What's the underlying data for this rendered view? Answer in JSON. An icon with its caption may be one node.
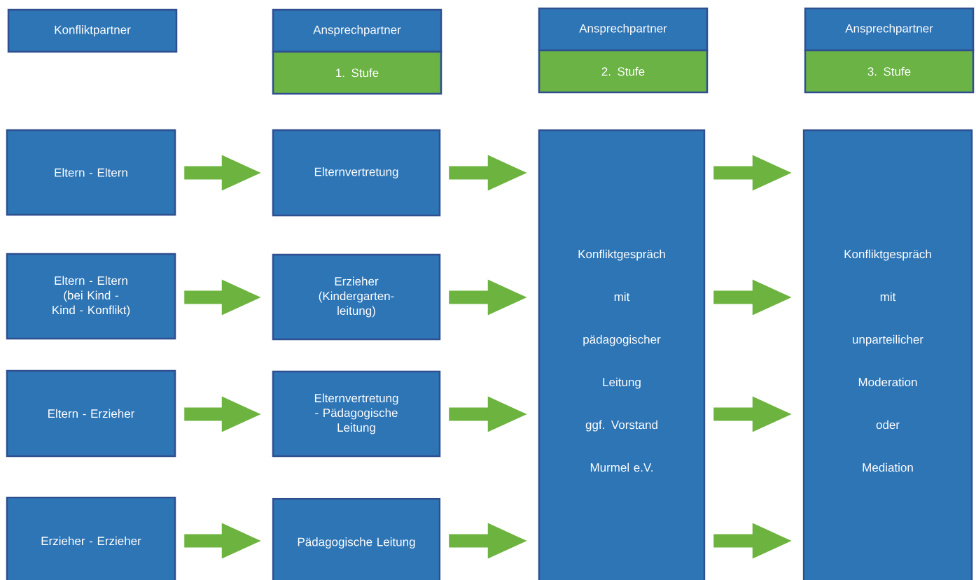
{
  "diagram": {
    "nodes": [
      {
        "text": [
          "Konfliktpartner"
        ]
      },
      {
        "text": [
          "Ansprechpartner"
        ]
      },
      {
        "text": [
          "1. Stufe"
        ]
      },
      {
        "text": [
          "Ansprechpartner"
        ]
      },
      {
        "text": [
          "2. Stufe"
        ]
      },
      {
        "text": [
          "Ansprechpartner"
        ]
      },
      {
        "text": [
          "3. Stufe"
        ]
      },
      {
        "text": [
          "Eltern - Eltern"
        ]
      },
      {
        "text": [
          "Elternvertretung"
        ]
      },
      {
        "text": [
          "Konfliktgespräch",
          "mit",
          "pädagogischer",
          "Leitung",
          "ggf. Vorstand",
          "Murmel e.V."
        ]
      },
      {
        "text": [
          "Konfliktgespräch",
          "mit",
          "unparteilicher",
          "Moderation",
          "oder",
          "Mediation"
        ]
      },
      {
        "text": [
          "Eltern - Eltern (bei Kind - Kind - Konflikt)"
        ]
      },
      {
        "text": [
          "Erzieher (Kindergarten-leitung)"
        ]
      },
      {
        "text": [
          "Eltern - Erzieher"
        ]
      },
      {
        "text": [
          "Elternvertretung - Pädagogische Leitung"
        ]
      },
      {
        "text": [
          "Erzieher - Erzieher"
        ]
      },
      {
        "text": [
          "Pädagogische Leitung"
        ]
      }
    ],
    "edges": [
      {
        "from": 7,
        "to": 8,
        "arrow": "to"
      },
      {
        "from": 8,
        "to": 9,
        "arrow": "to"
      },
      {
        "from": 9,
        "to": 10,
        "arrow": "to"
      },
      {
        "from": 11,
        "to": 12,
        "arrow": "to"
      },
      {
        "from": 12,
        "to": 9,
        "arrow": "to"
      },
      {
        "from": 9,
        "to": 10,
        "arrow": "to"
      },
      {
        "from": 13,
        "to": 14,
        "arrow": "to"
      },
      {
        "from": 14,
        "to": 9,
        "arrow": "to"
      },
      {
        "from": 9,
        "to": 10,
        "arrow": "to"
      },
      {
        "from": 15,
        "to": 16,
        "arrow": "to"
      },
      {
        "from": 16,
        "to": 9,
        "arrow": "to"
      },
      {
        "from": 9,
        "to": 10,
        "arrow": "to"
      }
    ]
  }
}
